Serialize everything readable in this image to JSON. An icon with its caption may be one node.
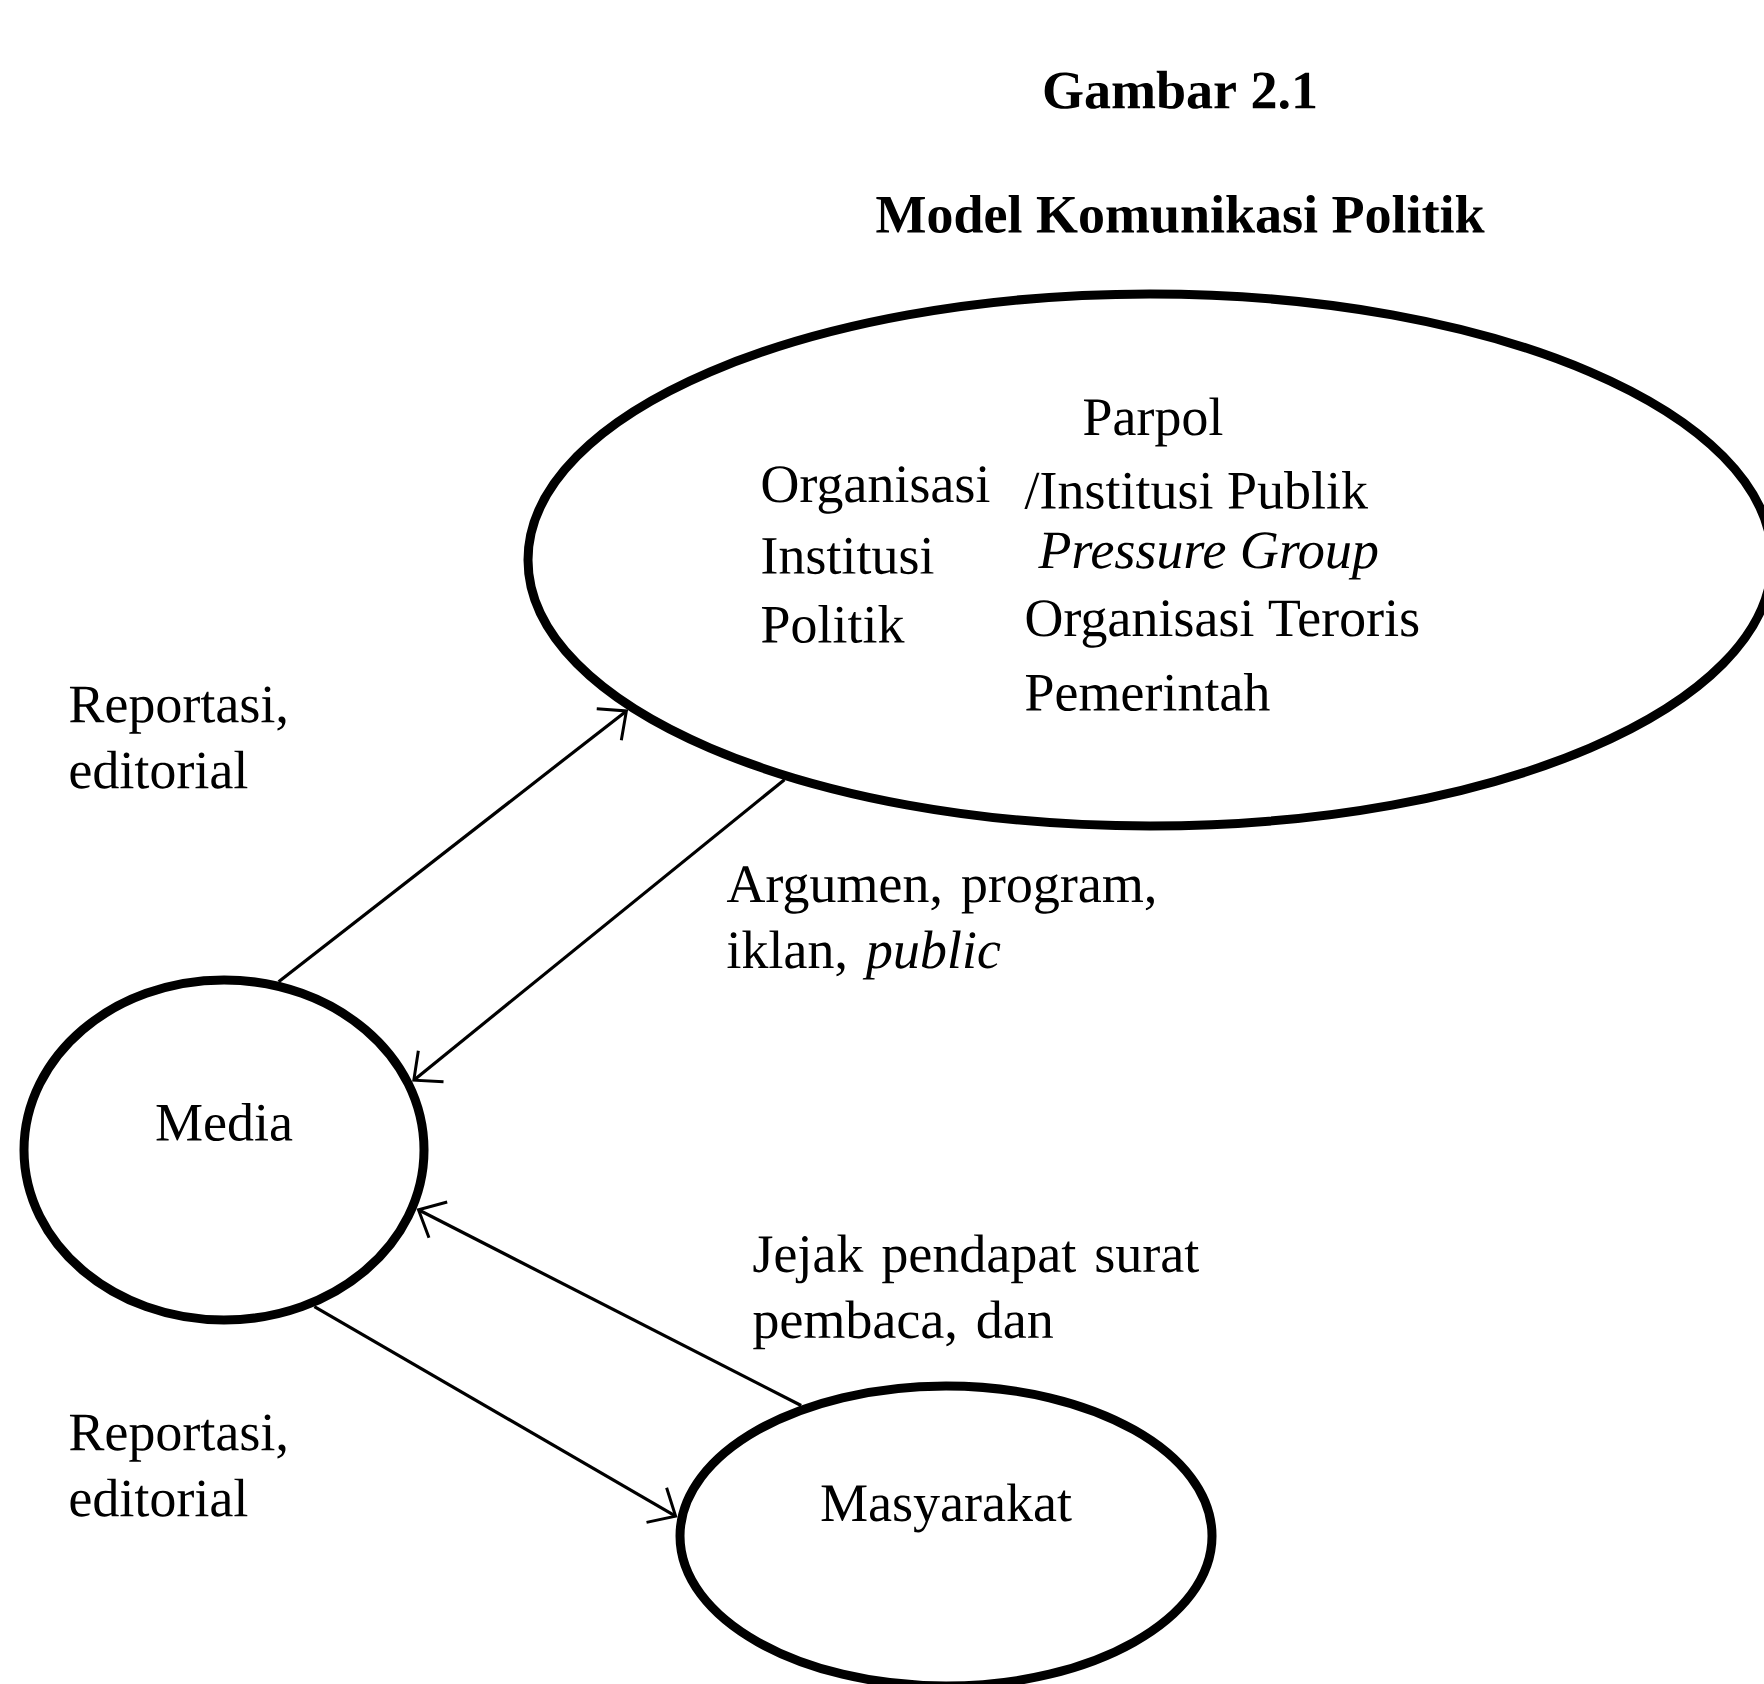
{
  "diagram": {
    "title": "Model Komunikasi Politik",
    "nodes": [
      {
        "text": [
          "Parpol",
          "Organisasi",
          "/Institusi Publik",
          "Institusi",
          "Pressure Group",
          "Politik",
          "Organisasi Teroris",
          "Pemerintah"
        ]
      },
      {
        "text": [
          "Media"
        ]
      },
      {
        "text": [
          "Masyarakat"
        ]
      }
    ],
    "edges": [
      {
        "from": 1,
        "to": 0,
        "arrow": "to",
        "label": "Reportasi, editorial"
      },
      {
        "from": 0,
        "to": 1,
        "arrow": "to",
        "label": "Argumen, program, iklan, *public*"
      },
      {
        "from": 2,
        "to": 1,
        "arrow": "to",
        "label": "Jejak pendapat surat pembaca, dan"
      },
      {
        "from": 1,
        "to": 2,
        "arrow": "to",
        "label": "Reportasi, editorial"
      }
    ],
    "labels": [
      "Gambar 2.1"
    ]
  }
}
